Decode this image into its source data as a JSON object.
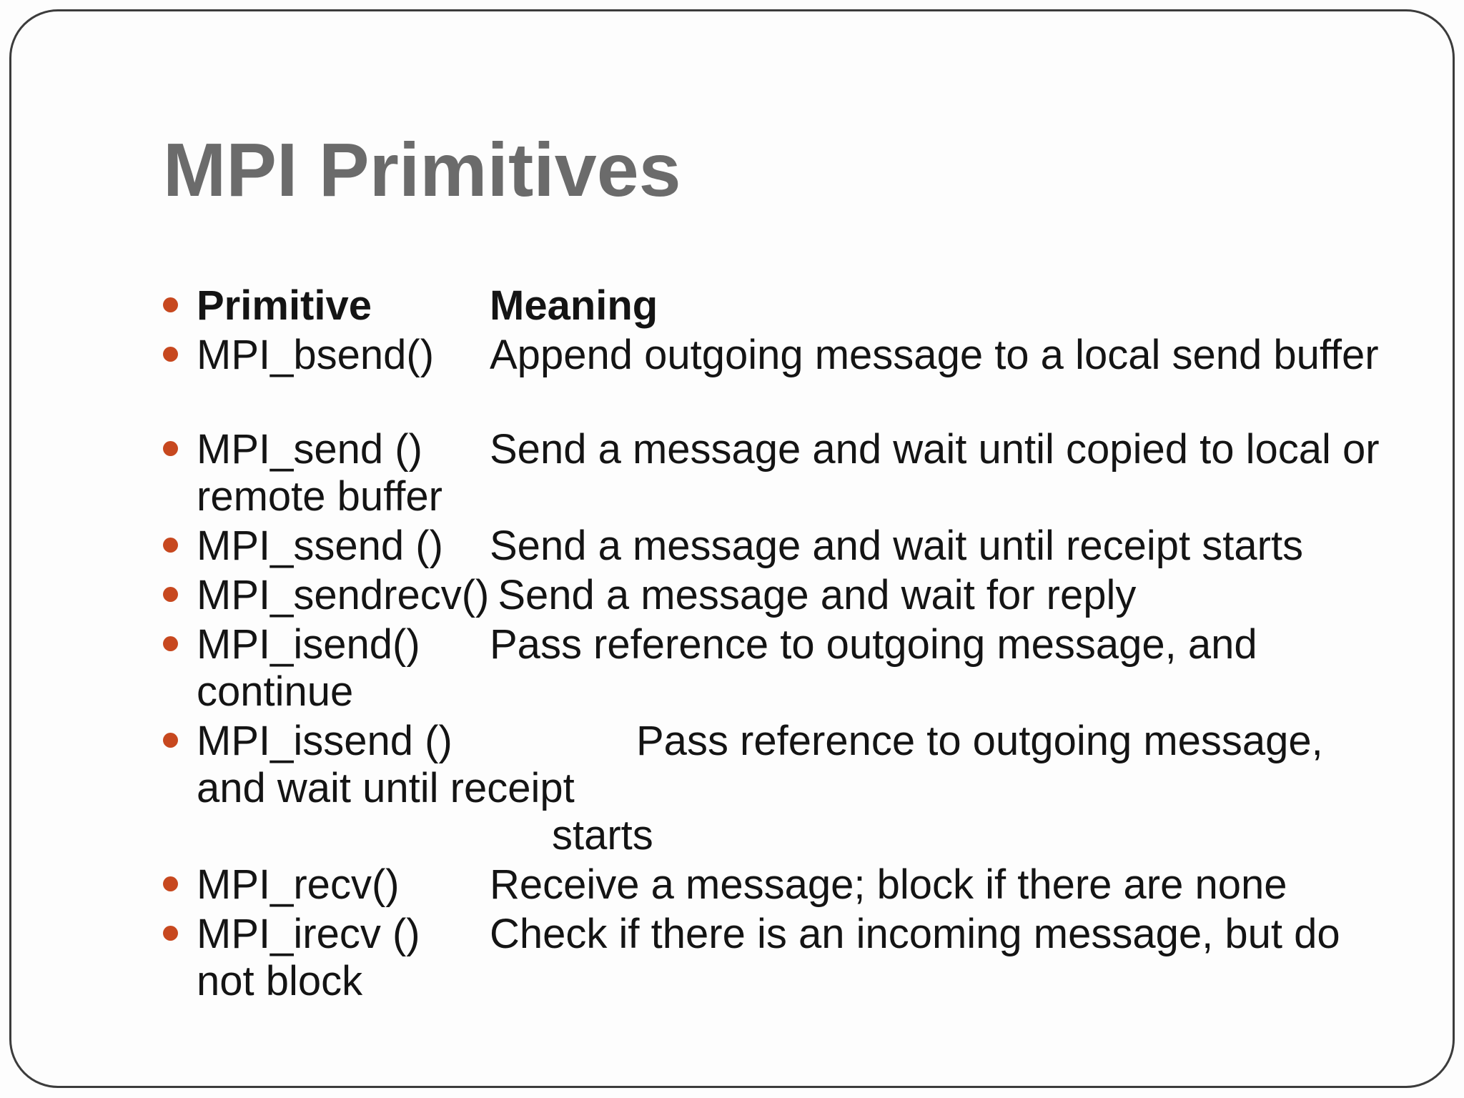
{
  "slide": {
    "title": "MPI Primitives",
    "colors": {
      "bullet": "#c7481f",
      "title": "#6b6b6b",
      "text": "#141414",
      "border": "#3c3c3c"
    },
    "bullets": [
      {
        "primitive": "Primitive",
        "meaning": "Meaning"
      },
      {
        "primitive": "MPI_bsend()",
        "meaning": "Append outgoing message to a local send buffer"
      },
      {
        "primitive": "MPI_send ()",
        "meaning": "Send a message and wait until copied to local or",
        "continuation": [
          "remote buffer"
        ]
      },
      {
        "primitive": "MPI_ssend ()",
        "meaning": "Send a message and wait until receipt starts"
      },
      {
        "primitive": "MPI_sendrecv()",
        "meaning": "Send a message and wait for reply"
      },
      {
        "primitive": "MPI_isend()",
        "meaning": "Pass reference to outgoing message, and",
        "continuation": [
          "continue"
        ]
      },
      {
        "primitive": "MPI_issend ()",
        "meaning": "Pass reference to outgoing message,",
        "continuation": [
          "and wait until receipt"
        ],
        "indented": "starts"
      },
      {
        "primitive": "MPI_recv()",
        "meaning": "Receive a message; block if there are none"
      },
      {
        "primitive": "MPI_irecv ()",
        "meaning": "Check if there is an incoming message, but do",
        "continuation": [
          "not block"
        ]
      }
    ]
  }
}
